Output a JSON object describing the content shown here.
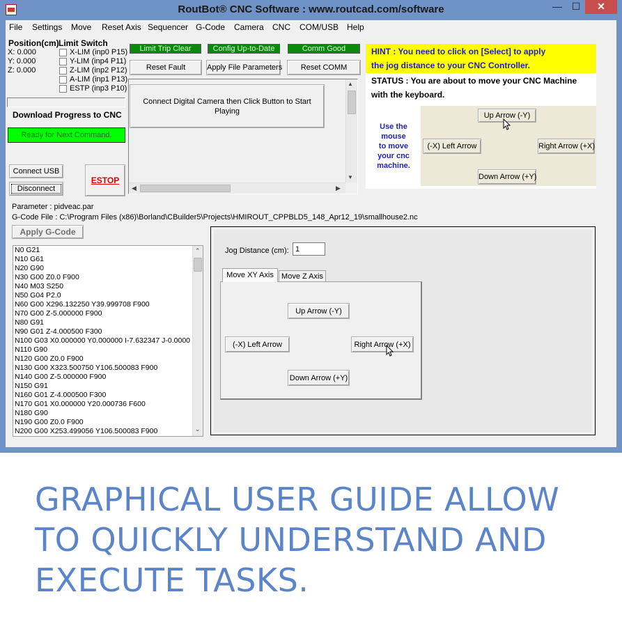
{
  "window": {
    "title": "RoutBot® CNC Software : www.routcad.com/software"
  },
  "menu": [
    "File",
    "Settings",
    "Move",
    "Reset Axis",
    "Sequencer",
    "G-Code",
    "Camera",
    "CNC",
    "COM/USB",
    "Help"
  ],
  "position": {
    "header": "Position(cm)",
    "x": "X: 0.000",
    "y": "Y: 0.000",
    "z": "Z: 0.000"
  },
  "limits": {
    "header": "Limit Switch",
    "items": [
      "X-LIM (inp0 P15)",
      "Y-LIM (inp4 P11)",
      "Z-LIM (inp2 P12)",
      "A-LIM (inp1 P13)",
      "ESTP (inp3 P10)"
    ]
  },
  "download": {
    "label": "Download Progress to CNC",
    "status": "Ready for Next Command."
  },
  "buttons": {
    "connect_usb": "Connect USB",
    "disconnect": "Disconnect",
    "estop": "ESTOP",
    "reset_fault": "Reset Fault",
    "apply_file_params": "Apply File Parameters",
    "reset_comm": "Reset COMM",
    "camera": "Connect Digital Camera then Click Button to Start Playing",
    "apply_gcode": "Apply G-Code"
  },
  "indicators": {
    "limit_trip": "Limit Trip Clear",
    "config": "Config Up-to-Date",
    "comm": "Comm Good"
  },
  "hint": {
    "line1": "HINT : You need to click on [Select] to apply",
    "line2": "the jog distance to your CNC Controller.",
    "status1": "STATUS : You are about to move your CNC Machine",
    "status2": "with the keyboard.",
    "mouse_lines": [
      "Use the",
      "mouse",
      "to move",
      "your cnc",
      "machine."
    ]
  },
  "hint_pad": {
    "up": "Up Arrow (-Y)",
    "left": "(-X) Left Arrow",
    "right": "Right Arrow (+X)",
    "down": "Down Arrow (+Y)"
  },
  "files": {
    "parameter": "Parameter : pidveac.par",
    "gcode": "G-Code File : C:\\Program Files (x86)\\Borland\\CBuilder5\\Projects\\HMIROUT_CPPBLD5_148_Apr12_19\\smallhouse2.nc"
  },
  "gcode_lines": [
    "N0 G21",
    "N10 G61",
    "N20 G90",
    "N30 G00 Z0.0 F900",
    "N40 M03 S250",
    "N50 G04 P2.0",
    "N60 G00 X296.132250 Y39.999708 F900",
    "N70 G00 Z-5.000000 F900",
    "N80 G91",
    "N90 G01 Z-4.000500 F300",
    "N100 G03 X0.000000 Y0.000000 I-7.632347 J-0.0000",
    "N110 G90",
    "N120 G00 Z0.0 F900",
    "N130 G00 X323.500750 Y106.500083 F900",
    "N140 G00 Z-5.000000 F900",
    "N150 G91",
    "N160 G01 Z-4.000500 F300",
    "N170 G01 X0.000000 Y20.000736 F600",
    "N180 G90",
    "N190 G00 Z0.0 F900",
    "N200 G00 X253.499056 Y106.500083 F900"
  ],
  "jog": {
    "label": "Jog Distance (cm):",
    "value": "1"
  },
  "tabs": [
    "Move XY Axis",
    "Move Z Axis"
  ],
  "jog_pad": {
    "up": "Up Arrow (-Y)",
    "left": "(-X) Left Arrow",
    "right": "Right Arrow (+X)",
    "down": "Down Arrow (+Y)"
  },
  "caption": "GRAPHICAL USER GUIDE ALLOW TO QUICKLY UNDERSTAND AND EXECUTE TASKS."
}
